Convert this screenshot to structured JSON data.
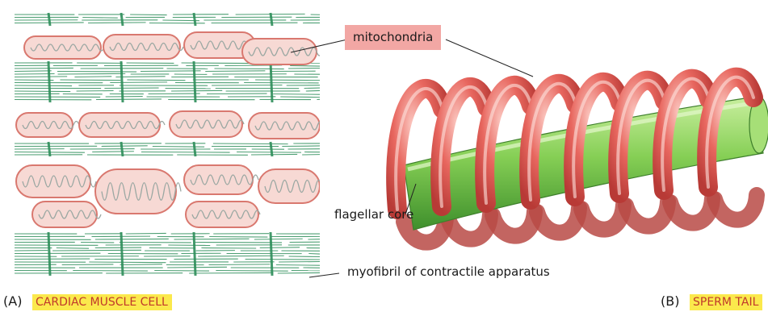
{
  "labels": {
    "mitochondria": "mitochondria",
    "flagellar_core": "flagellar core",
    "myofibril": "myofibril of contractile apparatus"
  },
  "panels": [
    {
      "letter": "(A)",
      "title": "CARDIAC MUSCLE CELL"
    },
    {
      "letter": "(B)",
      "title": "SPERM TAIL"
    }
  ],
  "colors": {
    "myofibril": "#2f8f5b",
    "mito_fill": "#f7d9d4",
    "mito_edge": "#d9786f",
    "tube": "#7fc94f",
    "coil": "#e2605a",
    "title_highlight": "#fbe94c",
    "title_text": "#c0392b",
    "tag_bg": "#f2a7a4"
  }
}
